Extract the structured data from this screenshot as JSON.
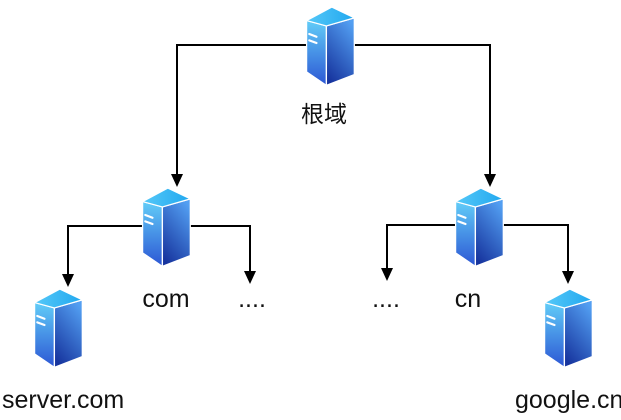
{
  "diagram": {
    "type": "dns-hierarchy-tree",
    "nodes": {
      "root": {
        "label": "根域",
        "icon": "server-icon"
      },
      "com": {
        "label": "com",
        "icon": "server-icon"
      },
      "cn": {
        "label": "cn",
        "icon": "server-icon"
      },
      "server_com": {
        "label": "server.com",
        "icon": "server-icon"
      },
      "google_cn": {
        "label": "google.cn",
        "icon": "server-icon"
      },
      "ellipsis_left": {
        "label": "...."
      },
      "ellipsis_right": {
        "label": "...."
      }
    },
    "edges": [
      "root->com",
      "root->cn",
      "com->server_com",
      "com->ellipsis_left",
      "cn->ellipsis_right",
      "cn->google_cn"
    ]
  },
  "colors": {
    "background": "#ffffff",
    "line": "#000000",
    "text": "#111111",
    "server_top_light": "#55c8f8",
    "server_top_dark": "#21a8ef",
    "server_left_top": "#62cdf8",
    "server_left_bottom": "#2c56d4",
    "server_front_top": "#539ff2",
    "server_front_bottom": "#17349e",
    "server_edge": "#ffffff"
  }
}
